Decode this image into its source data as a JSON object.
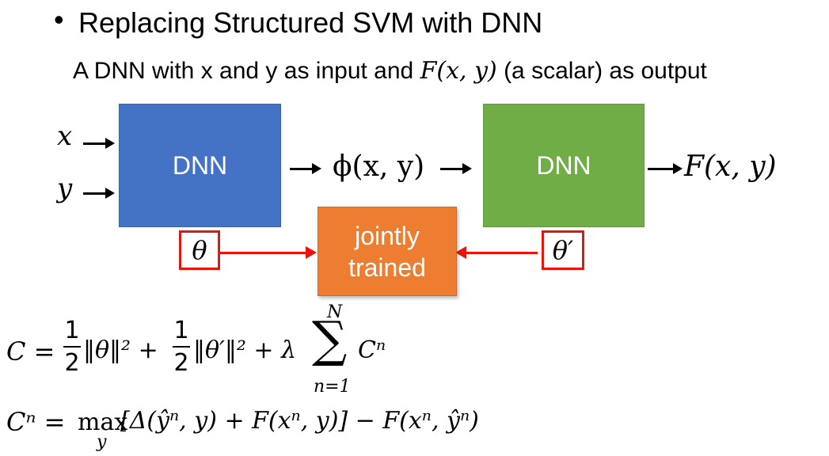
{
  "header": {
    "bullet": "•",
    "title": "Replacing Structured SVM with DNN",
    "subtitle_pre": "A DNN with x and y as input and ",
    "subtitle_math": "F(x, y)",
    "subtitle_post": " (a scalar) as output"
  },
  "diagram": {
    "input_x": "x",
    "input_y": "y",
    "dnn1_label": "DNN",
    "phi_label": "ϕ(x, y)",
    "dnn2_label": "DNN",
    "output_label": "F(x, y)",
    "theta": "θ",
    "theta_prime": "θ′",
    "joint_line1": "jointly",
    "joint_line2": "trained",
    "colors": {
      "dnn1": "#4472c4",
      "dnn2": "#70ad47",
      "joint": "#ed7d31",
      "red": "#e8150e"
    }
  },
  "formulas": {
    "c_lhs": "C =",
    "half_num": "1",
    "half_den": "2",
    "norm_theta": "‖θ‖² +",
    "norm_theta_prime": "‖θ′‖² + λ",
    "sum_top": "N",
    "sum_sym": "∑",
    "sum_bottom": "n=1",
    "sum_term": "Cⁿ",
    "cn_lhs": "Cⁿ = ",
    "max_op": "max",
    "max_sub": "y",
    "cn_rhs": "[Δ(ŷⁿ, y) + F(xⁿ, y)] − F(xⁿ, ŷⁿ)"
  }
}
